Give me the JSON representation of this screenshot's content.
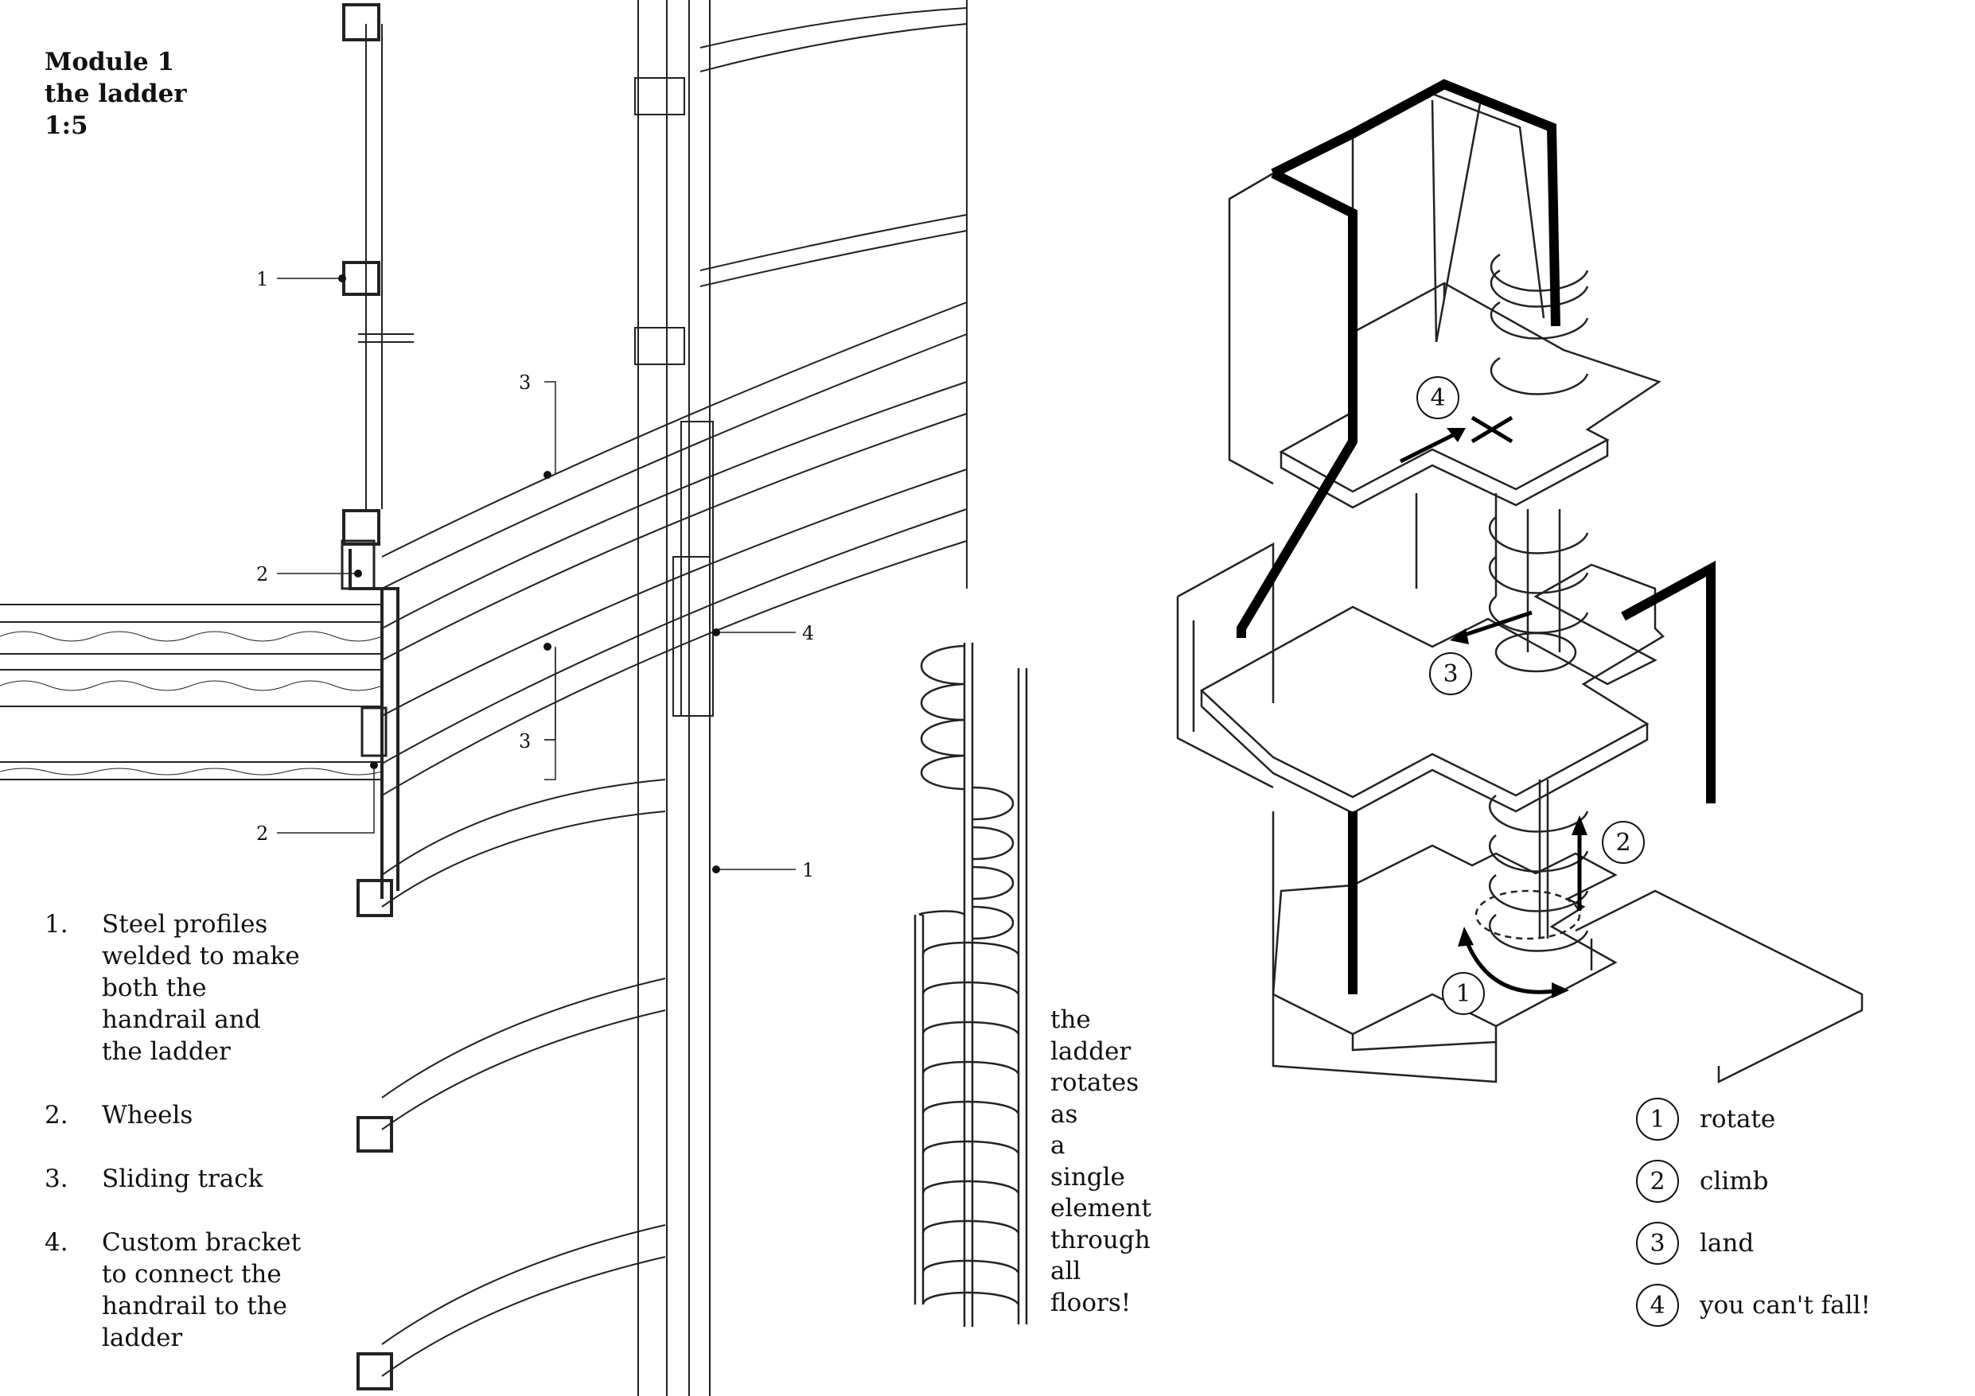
{
  "title": {
    "line1": "Module 1",
    "line2": "the ladder",
    "line3": "1:5"
  },
  "legend": [
    {
      "num": "1.",
      "text": "Steel profiles welded to make both the handrail and the ladder"
    },
    {
      "num": "2.",
      "text": "Wheels"
    },
    {
      "num": "3.",
      "text": "Sliding track"
    },
    {
      "num": "4.",
      "text": "Custom bracket to connect the handrail to the ladder"
    }
  ],
  "callouts": {
    "c1a": "1",
    "c2a": "2",
    "c3a": "3",
    "c4": "4",
    "c3b": "3",
    "c2b": "2",
    "c1b": "1"
  },
  "rotation_note": [
    "the",
    "ladder",
    "rotates",
    "as",
    "a",
    "single",
    "element",
    "through",
    "all",
    "floors!"
  ],
  "iso_markers": {
    "m1": "1",
    "m2": "2",
    "m3": "3",
    "m4": "4"
  },
  "steps": [
    {
      "num": "1",
      "label": "rotate"
    },
    {
      "num": "2",
      "label": "climb"
    },
    {
      "num": "3",
      "label": "land"
    },
    {
      "num": "4",
      "label": "you can't fall!"
    }
  ]
}
